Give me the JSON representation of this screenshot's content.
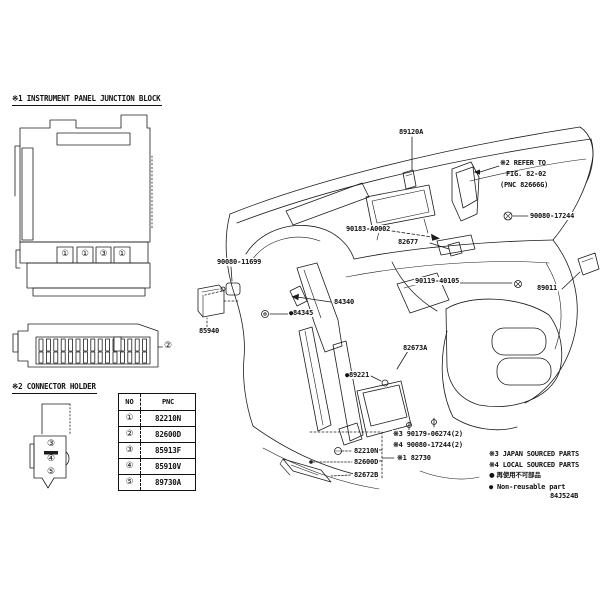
{
  "titles": {
    "junction_block": "※1 INSTRUMENT PANEL JUNCTION BLOCK",
    "connector_holder": "※2 CONNECTOR HOLDER"
  },
  "legend_table": {
    "headers": {
      "no": "NO",
      "pnc": "PNC"
    },
    "rows": [
      {
        "no": "①",
        "pnc": "82210N"
      },
      {
        "no": "②",
        "pnc": "82600D"
      },
      {
        "no": "③",
        "pnc": "85913F"
      },
      {
        "no": "④",
        "pnc": "85910V"
      },
      {
        "no": "⑤",
        "pnc": "89730A"
      }
    ]
  },
  "detail_callouts": {
    "strip_connector": "②",
    "holder_slots": [
      "③",
      "④",
      "⑤"
    ],
    "jb_slots": [
      "①",
      "①",
      "③",
      "①"
    ]
  },
  "part_labels": {
    "p89120a": "89120A",
    "refer_l1": "※2 REFER TO",
    "refer_l2": "FIG. 82-02",
    "refer_l3": "(PNC 82666G)",
    "p90080_17244": "90080-17244",
    "p90183": "90183-A0002",
    "p82677": "82677",
    "p90119": "90119-40105",
    "p89011": "89011",
    "p90080_11699": "90080-11699",
    "p84340": "84340",
    "p84345": "●84345",
    "p85940": "85940",
    "p89221": "●89221",
    "p82673a": "82673A",
    "p82210n": "82210N",
    "p82600d": "82600D",
    "p82672b": "82672B",
    "note_90179": "※3 90179-06274(2)",
    "note_90080": "※4 90080-17244(2)",
    "p82730": "※1 82730"
  },
  "footer": {
    "japan_note": "※3 JAPAN SOURCED PARTS",
    "local_note": "※4 LOCAL SOURCED PARTS",
    "nonreusable_jp": "● 再使用不可部品",
    "nonreusable_en": "● Non-reusable part",
    "drawing_code": "84J524B"
  },
  "colors": {
    "line": "#1c1c1c",
    "bg": "#ffffff",
    "text": "#111111"
  }
}
